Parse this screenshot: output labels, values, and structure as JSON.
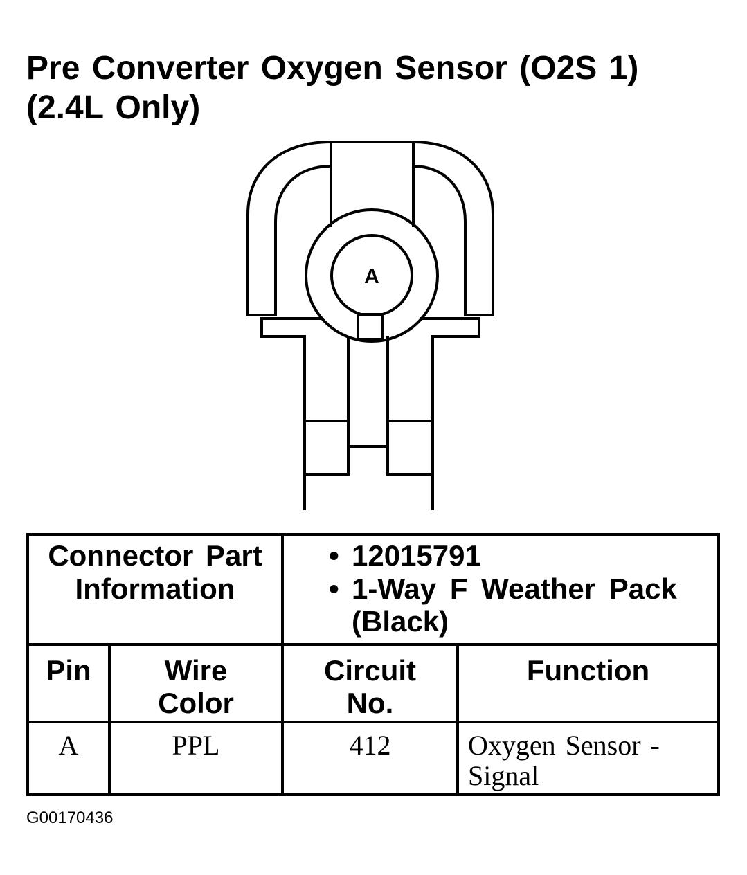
{
  "title": {
    "line1": "Pre Converter Oxygen Sensor (O2S 1)",
    "line2": "(2.4L Only)"
  },
  "connector_diagram": {
    "cavity_label": "A"
  },
  "connector_part_info": {
    "label_lines": [
      "Connector Part",
      "Information"
    ],
    "items": [
      {
        "bullet": "•",
        "lines": [
          "12015791"
        ]
      },
      {
        "bullet": "•",
        "lines": [
          "1-Way F Weather Pack",
          "(Black)"
        ]
      }
    ]
  },
  "pin_table": {
    "headers": {
      "pin": [
        "Pin"
      ],
      "wire_color": [
        "Wire",
        "Color"
      ],
      "circuit_no": [
        "Circuit",
        "No."
      ],
      "function": [
        "Function"
      ]
    },
    "rows": [
      {
        "pin": "A",
        "wire_color": "PPL",
        "circuit_no": "412",
        "function": [
          "Oxygen Sensor -",
          "Signal"
        ]
      }
    ]
  },
  "figure_id": "G00170436"
}
